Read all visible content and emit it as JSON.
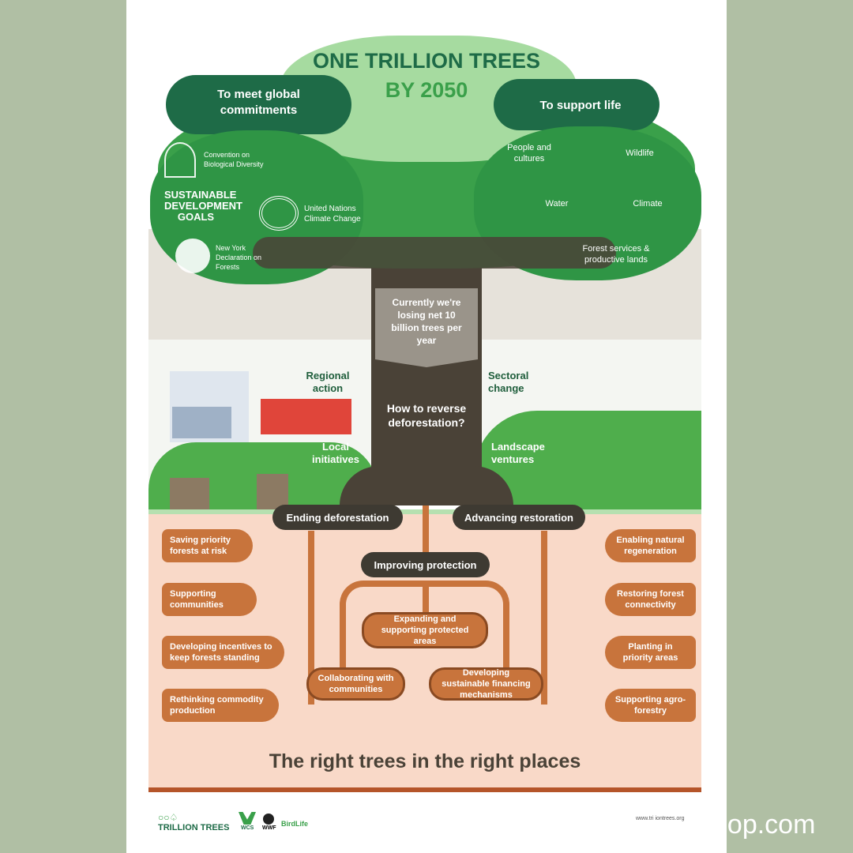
{
  "title": {
    "line1": "ONE TRILLION TREES",
    "line2": "BY 2050"
  },
  "left_canopy": {
    "heading": "To meet global commitments",
    "items": [
      "Convention on Biological Diversity",
      "SUSTAINABLE DEVELOPMENT GOALS",
      "United Nations Climate Change",
      "New York Declaration on Forests"
    ]
  },
  "right_canopy": {
    "heading": "To support life",
    "items": [
      "People and cultures",
      "Wildlife",
      "Water",
      "Climate",
      "Forest services & productive lands"
    ]
  },
  "trunk": {
    "loss": "Currently we're losing net 10 billion trees per year",
    "question": "How to reverse deforestation?"
  },
  "ground": {
    "regional": "Regional action",
    "local": "Local initiatives",
    "sectoral": "Sectoral change",
    "landscape": "Landscape ventures"
  },
  "roots": {
    "ending": "Ending deforestation",
    "advancing": "Advancing restoration",
    "improving": "Improving protection",
    "left": [
      "Saving priority forests at risk",
      "Supporting communities",
      "Developing incentives to keep forests standing",
      "Rethinking commodity production"
    ],
    "right": [
      "Enabling natural regeneration",
      "Restoring forest connectivity",
      "Planting in priority areas",
      "Supporting agro-forestry"
    ],
    "center": [
      "Expanding and supporting protected areas",
      "Collaborating with communities",
      "Developing sustainable financing mechanisms"
    ]
  },
  "tagline": "The right trees in the right places",
  "footer": {
    "brand": "TRILLION TREES",
    "partners": [
      "WCS",
      "WWF",
      "BirdLife"
    ],
    "url": "www.tri  iontrees.org",
    "watermark": "nop.com"
  },
  "colors": {
    "bg": "#b0bfa4",
    "green": "#3aa04a",
    "dark_green": "#1e6b47",
    "light_green": "#a6dba0",
    "root": "#c8743c",
    "soil": "#f9d9c8",
    "trunk": "#4a4237"
  }
}
